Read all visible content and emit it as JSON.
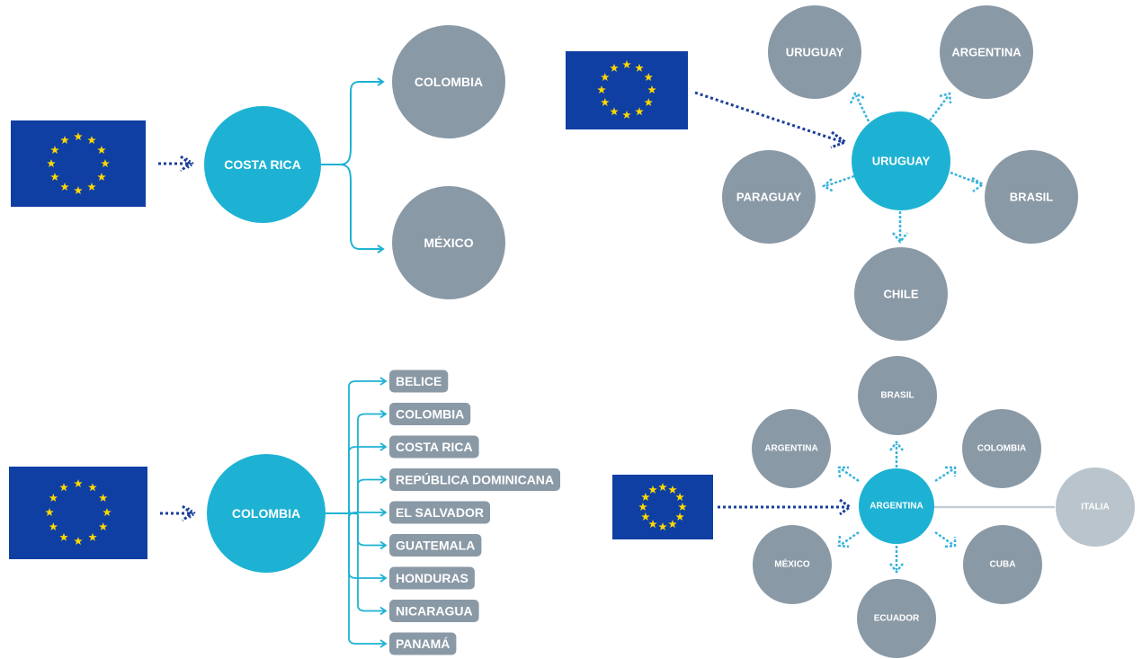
{
  "colors": {
    "flag_blue": "#0f3fa3",
    "flag_star": "#ffd700",
    "hub": "#1db2d3",
    "node": "#8a99a6",
    "node_light": "#b9c4cc",
    "arrow_dark": "#1b3f9b",
    "arrow_light": "#3ab3dc",
    "connector": "#1db2d3"
  },
  "panel1": {
    "hub": "COSTA RICA",
    "targets": [
      "COLOMBIA",
      "MÉXICO"
    ]
  },
  "panel2": {
    "hub": "URUGUAY",
    "targets": [
      "URUGUAY",
      "ARGENTINA",
      "PARAGUAY",
      "BRASIL",
      "CHILE"
    ]
  },
  "panel3": {
    "hub": "COLOMBIA",
    "targets": [
      "BELICE",
      "COLOMBIA",
      "COSTA RICA",
      "REPÚBLICA DOMINICANA",
      "EL SALVADOR",
      "GUATEMALA",
      "HONDURAS",
      "NICARAGUA",
      "PANAMÁ"
    ]
  },
  "panel4": {
    "hub": "ARGENTINA",
    "targets": [
      "BRASIL",
      "ARGENTINA",
      "COLOMBIA",
      "MÉXICO",
      "CUBA",
      "ECUADOR"
    ],
    "linked": "ITALIA"
  }
}
